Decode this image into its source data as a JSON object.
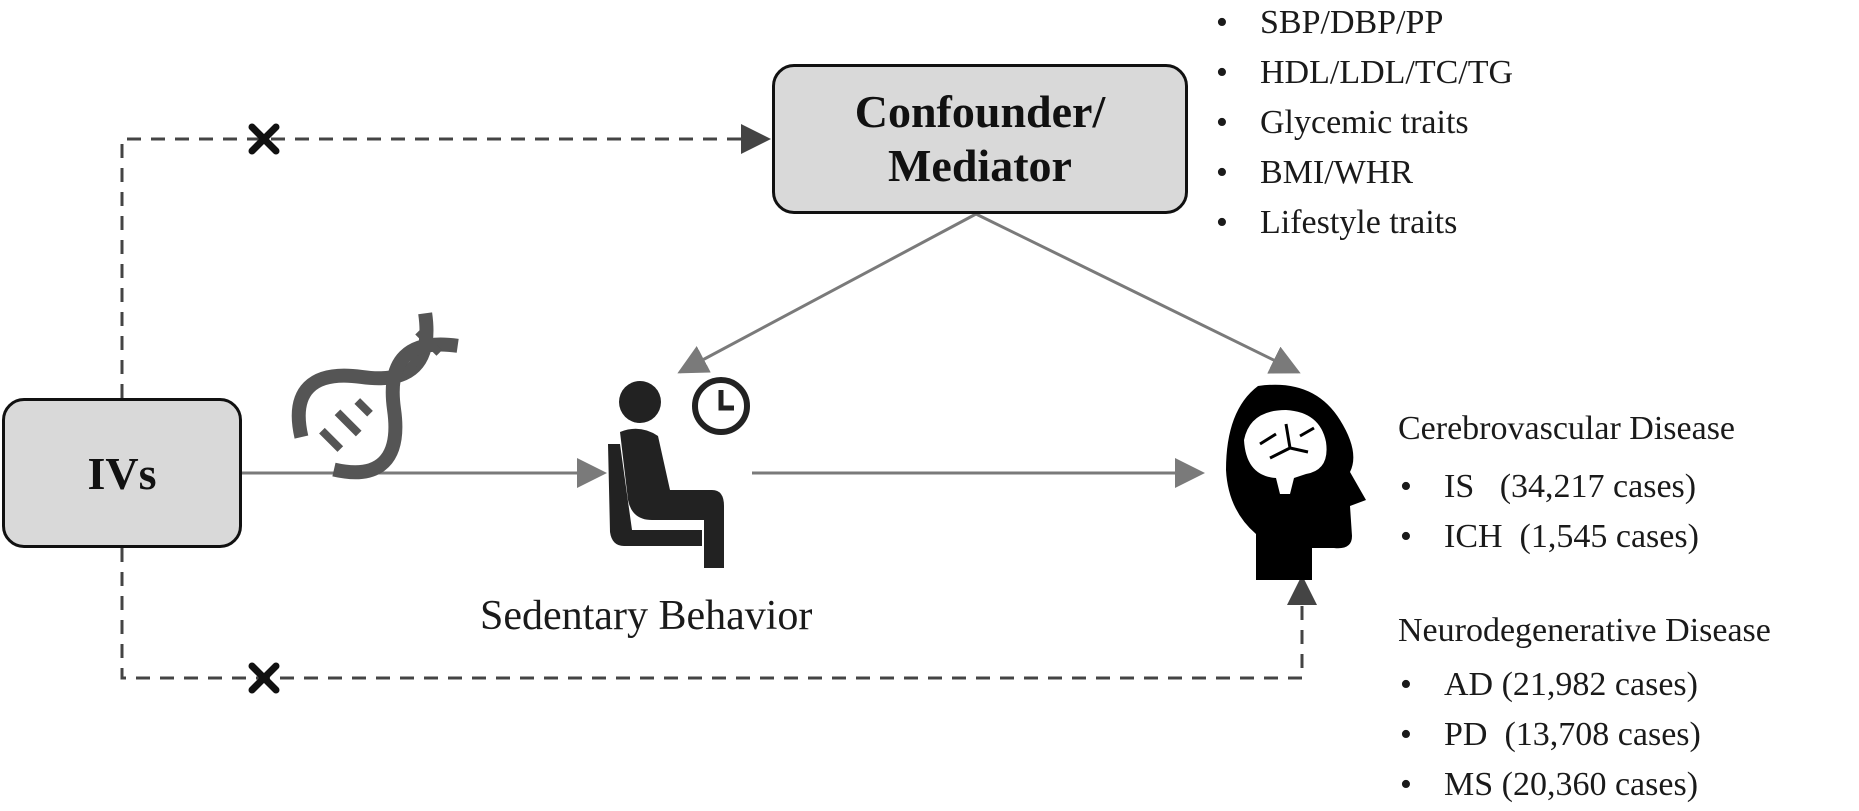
{
  "ivs": {
    "label": "IVs"
  },
  "confounder": {
    "label_line1": "Confounder/",
    "label_line2": "Mediator",
    "traits": [
      "SBP/DBP/PP",
      "HDL/LDL/TC/TG",
      "Glycemic traits",
      "BMI/WHR",
      "Lifestyle traits"
    ]
  },
  "exposure": {
    "label": "Sedentary Behavior",
    "icon": "sitting-person-clock-icon"
  },
  "outcome": {
    "icon": "head-brain-icon",
    "groups": [
      {
        "title": "Cerebrovascular Disease",
        "items": [
          "IS   (34,217 cases)",
          "ICH  (1,545 cases)"
        ]
      },
      {
        "title": "Neurodegenerative Disease",
        "items": [
          "AD (21,982 cases)",
          "PD  (13,708 cases)",
          "MS (20,360 cases)"
        ]
      }
    ]
  },
  "icons": [
    "dna-icon",
    "x-mark-icon"
  ],
  "colors": {
    "box_fill": "#d9d9d9",
    "arrow_solid": "#7a7a7a",
    "arrow_dashed": "#444444",
    "icon": "#222222"
  }
}
